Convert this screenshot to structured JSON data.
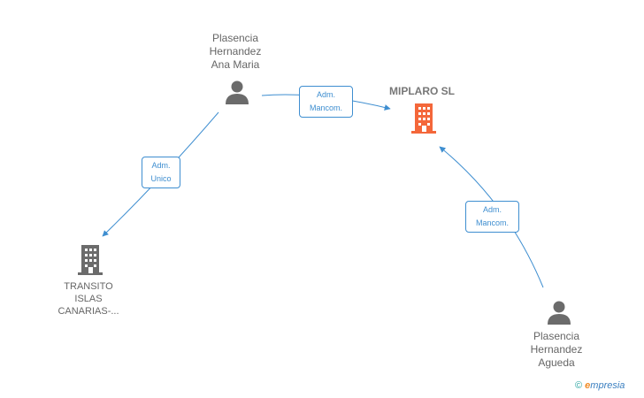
{
  "nodes": {
    "person_ana": {
      "lines": [
        "Plasencia",
        "Hernandez",
        "Ana Maria"
      ]
    },
    "person_agueda": {
      "lines": [
        "Plasencia",
        "Hernandez",
        "Agueda"
      ]
    },
    "company_miplaro": {
      "title": "MIPLARO SL",
      "color": "#f4673a"
    },
    "company_transito": {
      "lines": [
        "TRANSITO",
        "ISLAS",
        "CANARIAS-..."
      ],
      "color": "#6b6b6b"
    }
  },
  "edges": {
    "ana_to_miplaro": {
      "line1": "Adm.",
      "line2": "Mancom."
    },
    "ana_to_transito": {
      "line1": "Adm.",
      "line2": "Unico"
    },
    "agueda_to_miplaro": {
      "line1": "Adm.",
      "line2": "Mancom."
    }
  },
  "colors": {
    "edge": "#3e8ed0",
    "person_icon": "#6b6b6b"
  },
  "footer": {
    "copyright": "©",
    "brand_initial": "e",
    "brand_rest": "mpresia"
  }
}
